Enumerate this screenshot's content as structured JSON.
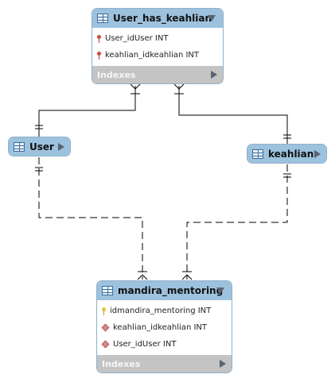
{
  "entities": {
    "user_has_keahlian": {
      "title": "User_has_keahlian",
      "columns": [
        {
          "text": "User_idUser INT",
          "icon": "key-icon"
        },
        {
          "text": "keahlian_idkeahlian INT",
          "icon": "key-icon"
        }
      ],
      "indexes_label": "Indexes"
    },
    "user": {
      "title": "User"
    },
    "keahlian": {
      "title": "keahlian"
    },
    "mandira_mentoring": {
      "title": "mandira_mentoring",
      "columns": [
        {
          "text": "idmandira_mentoring INT",
          "icon": "primary-key-icon"
        },
        {
          "text": "keahlian_idkeahlian INT",
          "icon": "foreign-key-diamond-icon"
        },
        {
          "text": "User_idUser INT",
          "icon": "foreign-key-diamond-icon"
        }
      ],
      "indexes_label": "Indexes"
    }
  },
  "colors": {
    "header": "#9dc2de",
    "indexes_bar": "#c4c4c4",
    "line": "#000000"
  }
}
